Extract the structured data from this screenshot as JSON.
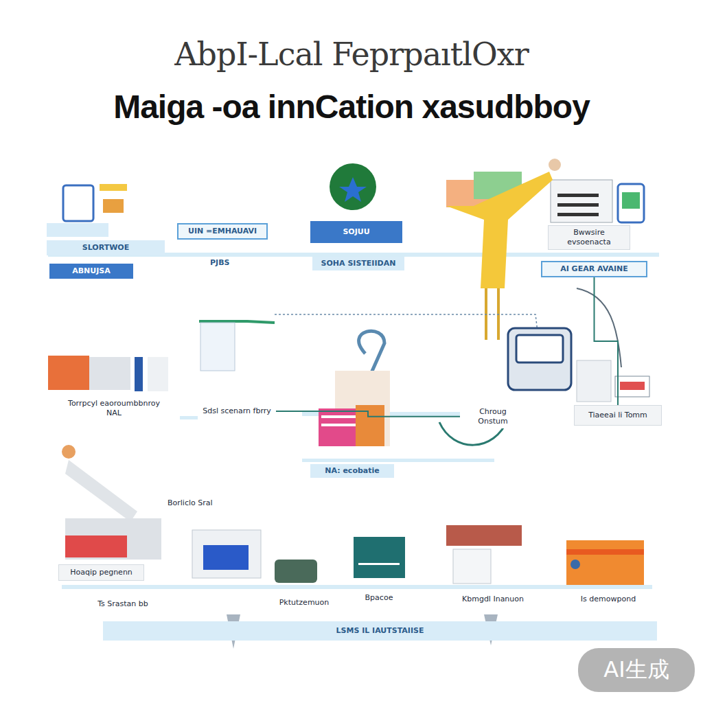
{
  "diagram": {
    "title": "AbpI-Lcal FeprpaıtlOxr",
    "nodes": [
      {
        "text": [
          "SLORTWOE"
        ]
      },
      {
        "text": [
          "ABNUJSA"
        ]
      },
      {
        "text": [
          "UIN =EMHAUAVI"
        ]
      },
      {
        "text": [
          "SOJUU"
        ]
      },
      {
        "text": [
          "SOHA SISTEIIDAN"
        ]
      },
      {
        "text": [
          "Bwwsire evsoenacta"
        ]
      },
      {
        "text": [
          "AI GEAR AVAINE"
        ]
      },
      {
        "text": [
          "Torrpcyl eaoroumbbnroy",
          "NAL"
        ]
      },
      {
        "text": [
          "Sdsl scenarn fbrry"
        ]
      },
      {
        "text": [
          "NA: ecobatie"
        ]
      },
      {
        "text": [
          "Chroug Onstum"
        ]
      },
      {
        "text": [
          "Tiaeeai li Tomm"
        ]
      },
      {
        "text": [
          "Hoaqip pegnenn"
        ]
      },
      {
        "text": [
          "Ts Srastan bb"
        ]
      },
      {
        "text": [
          "Pktutzemuon"
        ]
      },
      {
        "text": [
          "Bpacoe"
        ]
      },
      {
        "text": [
          "Kbmgdl Inanuon"
        ]
      },
      {
        "text": [
          "Is demowpond"
        ]
      },
      {
        "text": [
          "LSMS IL IAUTSTAIISE"
        ]
      }
    ],
    "edges": [
      {
        "from": 8,
        "to": 10,
        "arrow": "none"
      },
      {
        "from": 6,
        "to": 11,
        "arrow": "none"
      }
    ],
    "labels": [
      "Maiga -oa innCation xasudbboy",
      "PJBS",
      "Borliclo Sral",
      "AI生成"
    ]
  }
}
